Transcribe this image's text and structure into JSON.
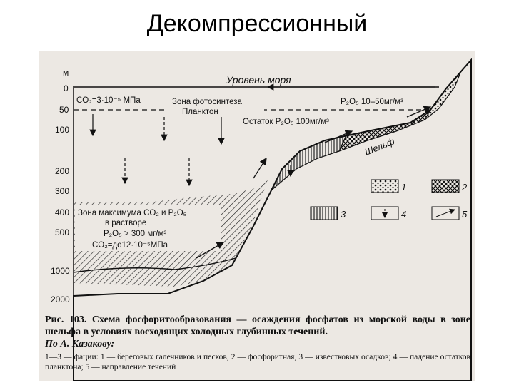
{
  "slide": {
    "title": "Декомпрессионный"
  },
  "diagram": {
    "depth_unit": "м",
    "depth_ticks": [
      "0",
      "50",
      "100",
      "200",
      "300",
      "400",
      "500",
      "1000",
      "2000"
    ],
    "sea_level": "Уровень моря",
    "co2_surface": "CO₂=3·10⁻⁵ МПа",
    "photosynthesis_zone_line1": "Зона фотосинтеза",
    "photosynthesis_zone_line2": "Планктон",
    "p2o5_surface": "P₂O₅ 10–50мг/м³",
    "p2o5_residual": "Остаток P₂O₅ 100мг/м³",
    "shelf": "Шельф",
    "max_zone_line1": "Зона максимума CO₂ и P₂O₅",
    "max_zone_line2": "в растворе",
    "max_zone_line3": "P₂O₅ > 300 мг/м³",
    "max_zone_line4": "CO₂=до12·10⁻⁵МПа",
    "legend_labels": [
      "1",
      "2",
      "3",
      "4",
      "5"
    ]
  },
  "caption": {
    "main": "Рис. 103. Схема фосфоритообразования — осаждения фосфатов из морской воды в зоне шельфа в условиях восходящих холодных глубинных течений.",
    "author": "По А. Казакову:",
    "legend": "1—3 — фации: 1 — береговых галечников и песков, 2 — фосфоритная, 3 — известковых осадков; 4 — падение остатков планктона; 5 — направление течений"
  }
}
